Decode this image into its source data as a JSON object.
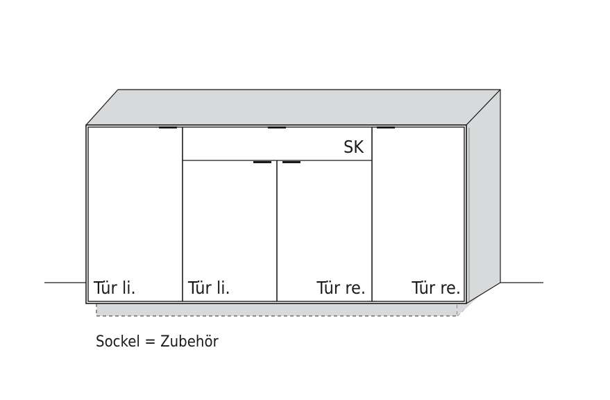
{
  "diagram": {
    "type": "furniture-front-elevation",
    "subject": "sideboard",
    "colors": {
      "background": "#ffffff",
      "top_face": "#d8d9da",
      "side_face": "#d8d9da",
      "plinth": "#d8d9da",
      "line": "#1a1a1a",
      "front": "#ffffff"
    },
    "labels": {
      "drawer": "SK",
      "door_1": "Tür li.",
      "door_2": "Tür li.",
      "door_3": "Tür re.",
      "door_4": "Tür re.",
      "plinth_note": "Sockel = Zubehör"
    }
  }
}
